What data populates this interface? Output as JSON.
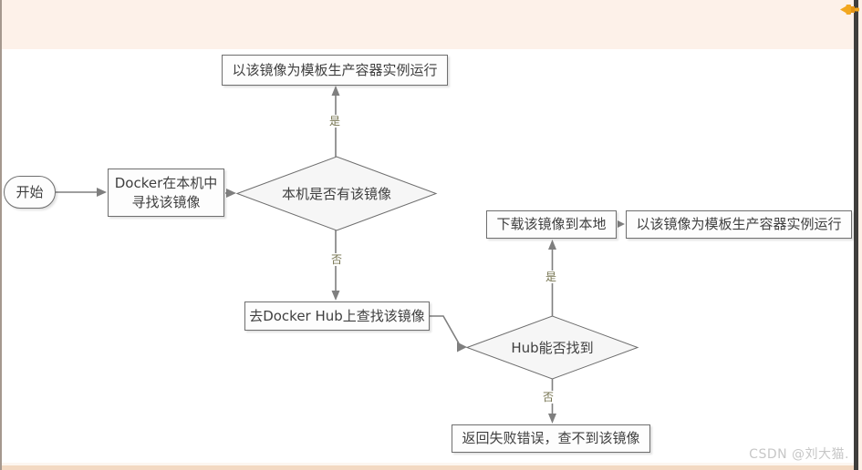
{
  "chrome": {
    "icons": {
      "top_right": "pushpin-icon"
    },
    "colors": {
      "top_strip": "#fdf1e9",
      "bottom_strip": "#f3d9c2",
      "right_bar": "#3f3e3c",
      "pin": "#f2a71f"
    }
  },
  "watermark": {
    "text": "CSDN @刘大猫."
  },
  "flowchart": {
    "nodes": {
      "start": "开始",
      "find_line1": "Docker在本机中",
      "find_line2": "寻找该镜像",
      "decision_local": "本机是否有该镜像",
      "run_top": "以该镜像为模板生产容器实例运行",
      "hub_search": "去Docker Hub上查找该镜像",
      "decision_hub": "Hub能否找到",
      "download": "下载该镜像到本地",
      "run_right": "以该镜像为模板生产容器实例运行",
      "fail": "返回失败错误，查不到该镜像"
    },
    "edge_labels": {
      "local_yes": "是",
      "local_no": "否",
      "hub_yes": "是",
      "hub_no": "否"
    },
    "colors": {
      "line": "#7f7f7f",
      "node_border": "#6e6e6e",
      "node_fill": "#fdfdfd",
      "diamond_fill": "#f6f6f6",
      "edge_label_text": "#73714d"
    }
  }
}
